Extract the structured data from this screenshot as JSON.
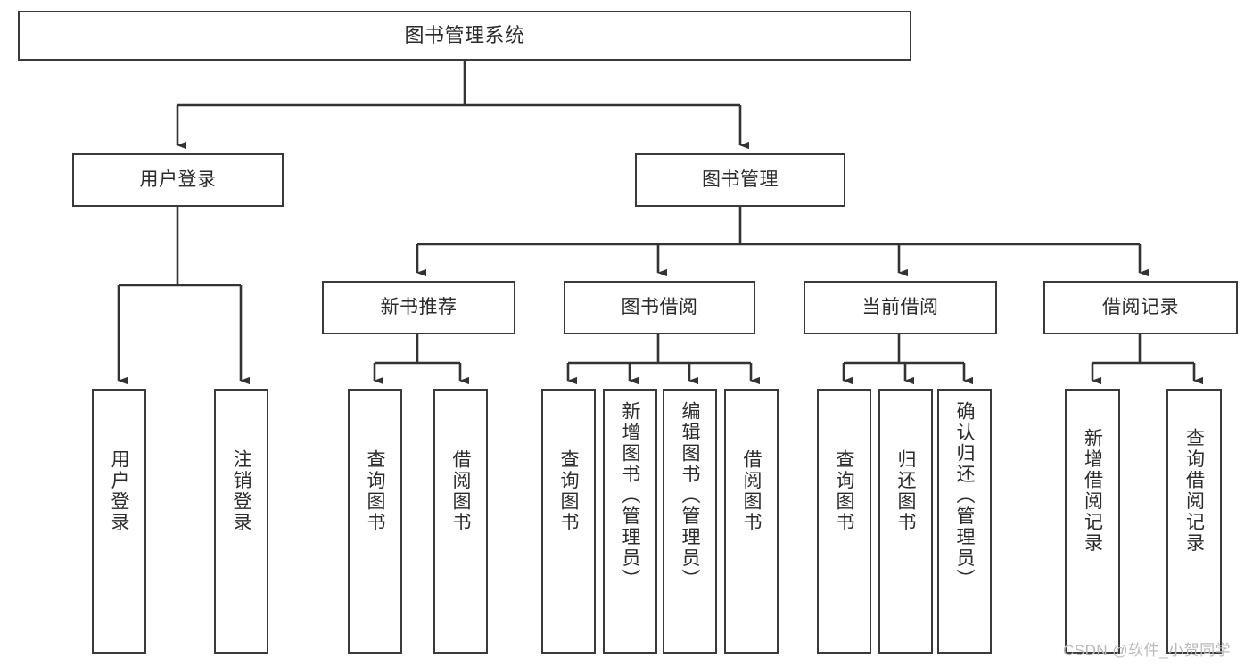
{
  "diagram": {
    "type": "tree-hierarchy",
    "title": "图书管理系统",
    "orientation": "top-down",
    "colors": {
      "box_border": "#3a3a3a",
      "box_fill": "#ffffff",
      "connector": "#333333",
      "text": "#2b2b2b",
      "watermark": "#b9b9b9",
      "background": "#ffffff"
    },
    "levels": {
      "root": {
        "label": "图书管理系统"
      },
      "level1": [
        {
          "label": "用户登录"
        },
        {
          "label": "图书管理"
        }
      ],
      "level2": [
        {
          "label": "新书推荐"
        },
        {
          "label": "图书借阅"
        },
        {
          "label": "当前借阅"
        },
        {
          "label": "借阅记录"
        }
      ],
      "leaves": {
        "user_login": [
          {
            "label": "用户登录"
          },
          {
            "label": "注销登录"
          }
        ],
        "new_book_recommend": [
          {
            "label": "查询图书"
          },
          {
            "label": "借阅图书"
          }
        ],
        "book_borrow": [
          {
            "label": "查询图书"
          },
          {
            "label": "新增图书（管理员）"
          },
          {
            "label": "编辑图书（管理员）"
          },
          {
            "label": "借阅图书"
          }
        ],
        "current_borrow": [
          {
            "label": "查询图书"
          },
          {
            "label": "归还图书"
          },
          {
            "label": "确认归还（管理员）"
          }
        ],
        "borrow_record": [
          {
            "label": "新增借阅记录"
          },
          {
            "label": "查询借阅记录"
          }
        ]
      }
    }
  },
  "watermark": {
    "text": "CSDN @软件_小贺同学"
  }
}
